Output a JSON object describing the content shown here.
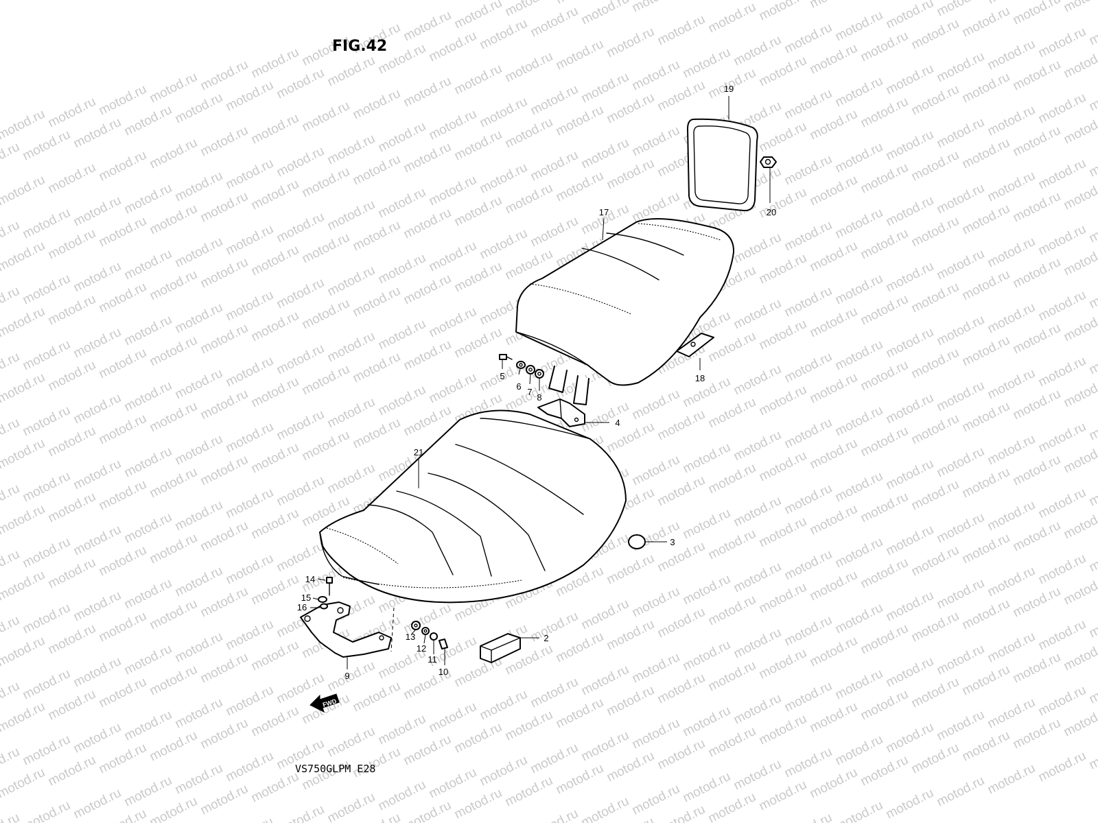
{
  "figure": {
    "title": "FIG.42",
    "model_code": "VS750GLPM  E28"
  },
  "watermark": {
    "text": "motod.ru"
  },
  "callouts": {
    "p2": "2",
    "p3": "3",
    "p4": "4",
    "p5": "5",
    "p6": "6",
    "p7": "7",
    "p8": "8",
    "p9": "9",
    "p10": "10",
    "p11": "11",
    "p12": "12",
    "p13": "13",
    "p14": "14",
    "p15": "15",
    "p16": "16",
    "p17": "17",
    "p18": "18",
    "p19": "19",
    "p20": "20",
    "p21": "21"
  },
  "direction_marker": {
    "label": "FWD",
    "icon": "arrow-left-icon"
  }
}
